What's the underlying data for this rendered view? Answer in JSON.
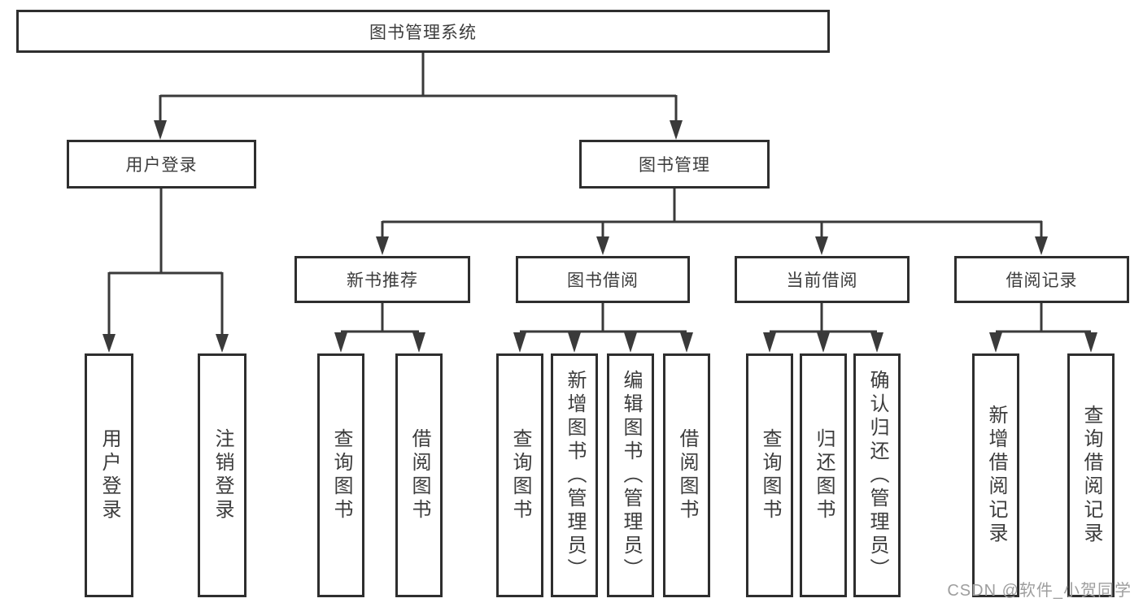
{
  "tree": {
    "root": "图书管理系统",
    "level2": [
      {
        "label": "用户登录"
      },
      {
        "label": "图书管理"
      }
    ],
    "level3": [
      {
        "label": "新书推荐"
      },
      {
        "label": "图书借阅"
      },
      {
        "label": "当前借阅"
      },
      {
        "label": "借阅记录"
      }
    ],
    "leaves": {
      "user_login": [
        "用户登录",
        "注销登录"
      ],
      "new_book_recommend": [
        "查询图书",
        "借阅图书"
      ],
      "book_borrow": [
        "查询图书",
        "新增图书（管理员）",
        "编辑图书（管理员）",
        "借阅图书"
      ],
      "current_borrow": [
        "查询图书",
        "归还图书",
        "确认归还（管理员）"
      ],
      "borrow_record": [
        "新增借阅记录",
        "查询借阅记录"
      ]
    }
  },
  "watermark": "CSDN @软件_小贺同学",
  "colors": {
    "line": "#3a3a3a",
    "border": "#2e2e2e",
    "text": "#3c3c3c",
    "watermark": "#9e9e9e",
    "background": "#ffffff"
  }
}
